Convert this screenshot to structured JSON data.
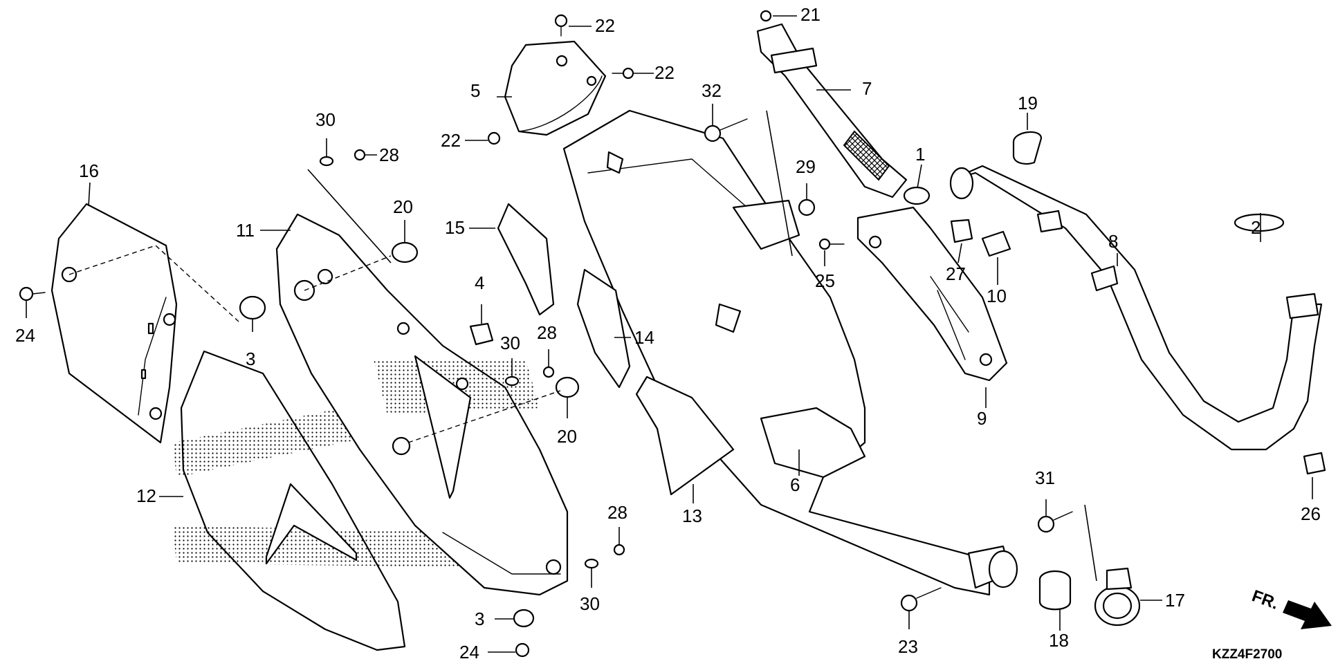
{
  "diagram_code": "KZZ4F2700",
  "direction_label": "FR.",
  "callouts": [
    "1",
    "2",
    "3",
    "3",
    "4",
    "5",
    "6",
    "7",
    "8",
    "9",
    "10",
    "11",
    "12",
    "13",
    "14",
    "15",
    "16",
    "17",
    "18",
    "19",
    "20",
    "20",
    "21",
    "22",
    "22",
    "22",
    "23",
    "24",
    "24",
    "25",
    "26",
    "27",
    "28",
    "28",
    "28",
    "29",
    "30",
    "30",
    "30",
    "31",
    "32"
  ]
}
